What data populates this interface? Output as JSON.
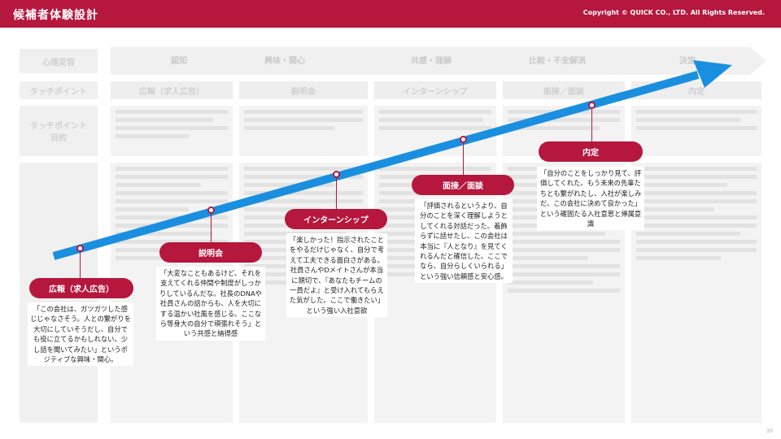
{
  "header": {
    "title": "候補者体験設計",
    "copyright": "Copyright © QUICK CO., LTD. All Rights Reserved."
  },
  "row_labels": {
    "psych": "心理変容",
    "touchpoint": "タッチポイント",
    "goal": "タッチポイント\n目的"
  },
  "stages": [
    "認知",
    "興味・関心",
    "共感・理解",
    "比較・不安解消",
    "決定"
  ],
  "touchpoints": [
    "広報（求人広告）",
    "説明会",
    "インターンシップ",
    "面接／面談",
    "内定"
  ],
  "milestones": [
    {
      "label": "広報（求人広告）",
      "quote": "「この会社は、ガツガツした感じじゃなさそう。人との繋がりを大切にしていそうだし、自分でも役に立てるかもしれない。少し話を聞いてみたい」というポジティブな興味・関心。"
    },
    {
      "label": "説明会",
      "quote": "「大変なこともあるけど、それを支えてくれる仲間や制度がしっかりしているんだな。社長のDNAや社員さんの話からも、人を大切にする温かい社風を感じる。ここなら等身大の自分で頑張れそう」という共感と納得感"
    },
    {
      "label": "インターンシップ",
      "quote": "「楽しかった！指示されたことをやるだけじゃなく、自分で考えて工夫できる面白さがある。社員さんやDメイトさんが本当に親切で、『あなたもチームの一員だよ』と受け入れてもらえた気がした。ここで働きたい」という強い入社意欲"
    },
    {
      "label": "面接／面談",
      "quote": "「評価されるというより、自分のことを深く理解しようとしてくれる対話だった。着飾らずに話せたし、この会社は本当に『人となり』を見てくれるんだと確信した。ここでなら、自分らしくいられる」という強い信頼感と安心感。"
    },
    {
      "label": "内定",
      "quote": "「自分のことをしっかり見て、評価してくれた。もう未来の先輩たちとも繋がれたし、入社が楽しみだ。この会社に決めて良かった」という確固たる入社意思と帰属意識"
    }
  ],
  "page_number": "20",
  "colors": {
    "brand": "#b5173d",
    "arrow": "#1a8fe0"
  }
}
